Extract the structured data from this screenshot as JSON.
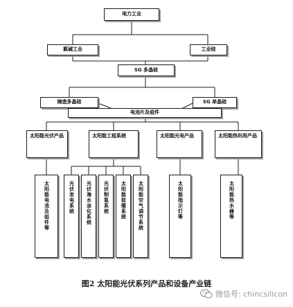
{
  "nodes": {
    "power_industry": "电力工业",
    "chlor_alkali": "氯碱工业",
    "industrial_silicon": "工业硅",
    "sg_polysilicon": "SG 多晶硅",
    "cast_multicrystalline": "铸造多晶硅",
    "sg_monocrystalline": "SG 单晶硅",
    "cells_modules": "电池片及组件",
    "solar_pv_products": "太阳能光伏产品",
    "solar_engineering_systems": "太阳能工程系统",
    "solar_photoelectric_products": "太阳能光电产品",
    "solar_thermal_products": "太阳能热利用产品",
    "solar_cells_and_modules": "太阳能电池及组件等",
    "pv_power_system": "光伏发电系统",
    "pv_desalination_system": "光伏海水淡化系统",
    "pv_hydrogen_system": "光伏制氢系统",
    "solar_heating_system": "太阳能取暖系统",
    "solar_air_conditioning_system": "太阳能空气调节系统",
    "solar_indicator_lights": "太阳能指示灯等",
    "solar_water_heaters": "太阳能热水器等"
  },
  "caption": "图2 太阳能光伏系列产品和设备产业链",
  "watermark": {
    "icon": "wechat-icon",
    "text": "微信号: chincsilicon"
  },
  "colors": {
    "line": "#1a1a1a",
    "shadow": "#9a9a9a",
    "watermark": "#9a9a9a"
  }
}
